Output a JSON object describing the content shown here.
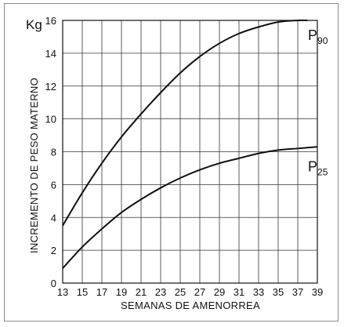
{
  "chart_data": {
    "type": "line",
    "unit_label": "Kg",
    "xlabel": "SEMANAS DE AMENORREA",
    "ylabel": "INCREMENTO DE PESO MATERNO",
    "xlim": [
      13,
      39
    ],
    "ylim": [
      0,
      16
    ],
    "x_ticks": [
      13,
      15,
      17,
      19,
      21,
      23,
      25,
      27,
      29,
      31,
      33,
      35,
      37,
      39
    ],
    "y_ticks": [
      0,
      2,
      4,
      6,
      8,
      10,
      12,
      14,
      16
    ],
    "grid": true,
    "x": [
      13,
      15,
      17,
      19,
      21,
      23,
      25,
      27,
      29,
      31,
      33,
      35,
      37,
      38
    ],
    "series": [
      {
        "label": "P",
        "subscript": "90",
        "values": [
          3.5,
          5.5,
          7.3,
          8.9,
          10.3,
          11.6,
          12.8,
          13.8,
          14.6,
          15.2,
          15.6,
          15.9,
          16.0,
          16.0
        ]
      },
      {
        "label": "P",
        "subscript": "25",
        "x_extra": [
          39
        ],
        "values_extra": [
          8.3
        ],
        "values": [
          0.9,
          2.2,
          3.3,
          4.3,
          5.1,
          5.8,
          6.4,
          6.9,
          7.3,
          7.6,
          7.9,
          8.1,
          8.2,
          8.25
        ]
      }
    ]
  }
}
